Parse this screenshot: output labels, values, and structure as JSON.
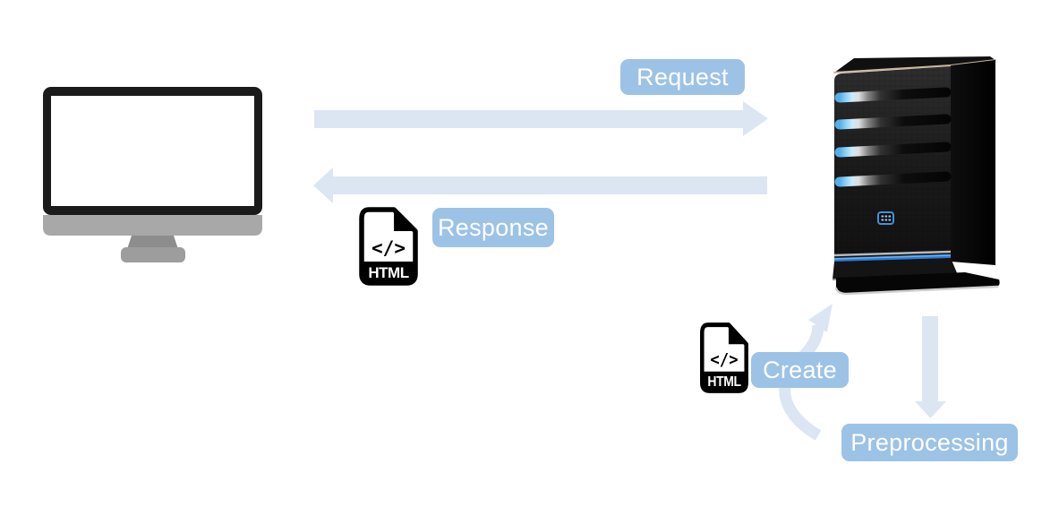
{
  "diagram": {
    "description": "Client-server web request flow diagram",
    "labels": {
      "request": "Request",
      "response": "Response",
      "create": "Create",
      "preprocessing": "Preprocessing"
    },
    "html_file_icon": {
      "code_glyph": "</>",
      "file_type": "HTML"
    },
    "nodes": {
      "client": "desktop-monitor",
      "server": "server-tower"
    }
  },
  "colors": {
    "label_bg": "#9cc3e6",
    "label_text": "#ffffff",
    "arrow": "#dce6f2",
    "canvas_bg": "#ffffff",
    "server_led": "#5fb1e8",
    "server_glow": "#2e7cd6"
  }
}
